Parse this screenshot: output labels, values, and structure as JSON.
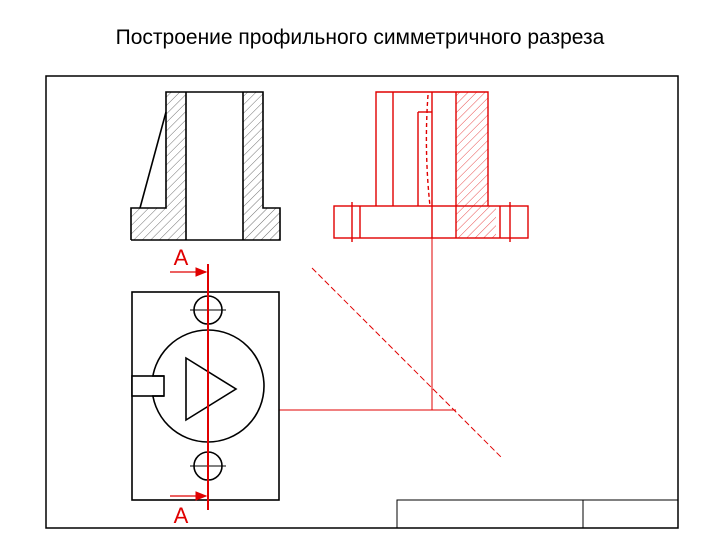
{
  "slide": {
    "title": "Построение профильного симметричного разреза"
  },
  "drawing": {
    "section_label_top": "А",
    "section_label_bottom": "А",
    "colors": {
      "outline": "#000000",
      "construction": "#e00000",
      "hatch": "#444444",
      "background": "#ffffff"
    }
  }
}
